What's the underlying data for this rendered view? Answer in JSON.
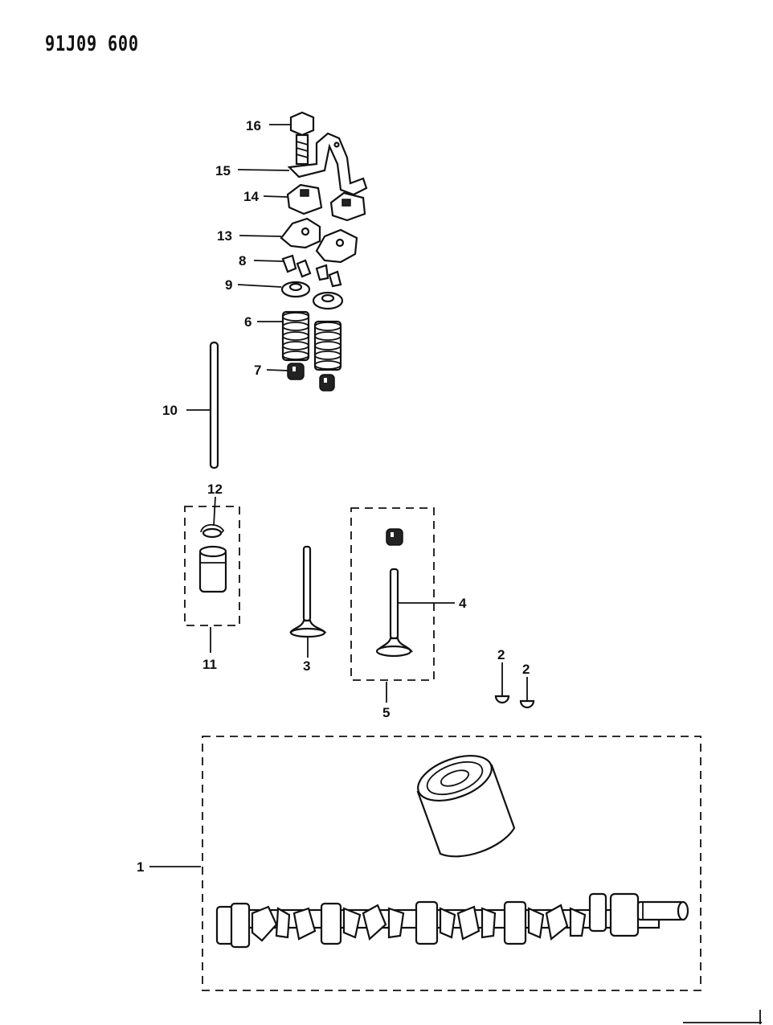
{
  "drawing_code": "91J09 600",
  "callouts": {
    "c1": "1",
    "c2a": "2",
    "c2b": "2",
    "c3": "3",
    "c4": "4",
    "c5": "5",
    "c6": "6",
    "c7": "7",
    "c8": "8",
    "c9": "9",
    "c10": "10",
    "c11": "11",
    "c12": "12",
    "c13": "13",
    "c14": "14",
    "c15": "15",
    "c16": "16"
  }
}
